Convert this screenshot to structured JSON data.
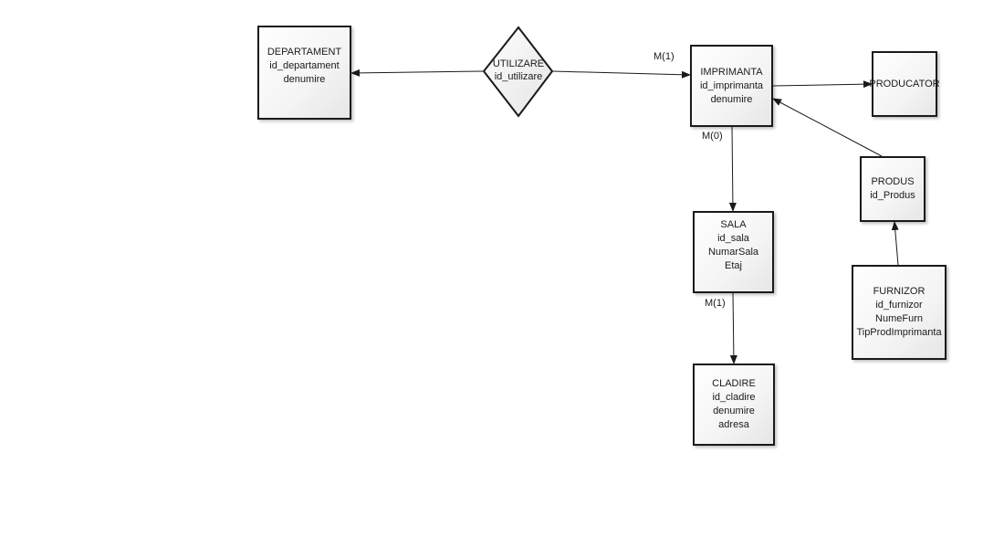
{
  "entities": {
    "departament": {
      "title": "DEPARTAMENT",
      "attrs": [
        "id_departament",
        "denumire"
      ]
    },
    "imprimanta": {
      "title": "IMPRIMANTA",
      "attrs": [
        "id_imprimanta",
        "denumire"
      ]
    },
    "producator": {
      "title": "PRODUCATOR",
      "attrs": []
    },
    "produs": {
      "title": "PRODUS",
      "attrs": [
        "id_Produs"
      ]
    },
    "sala": {
      "title": "SALA",
      "attrs": [
        "id_sala",
        "NumarSala",
        "Etaj"
      ]
    },
    "furnizor": {
      "title": "FURNIZOR",
      "attrs": [
        "id_furnizor",
        "NumeFurn",
        "TipProdImprimanta"
      ]
    },
    "cladire": {
      "title": "CLADIRE",
      "attrs": [
        "id_cladire",
        "denumire",
        "adresa"
      ]
    }
  },
  "relationship": {
    "title": "UTILIZARE",
    "attrs": [
      "id_utilizare"
    ]
  },
  "cardinalities": {
    "utilizare_imprimanta": "M(1)",
    "imprimanta_sala": "M(0)",
    "sala_cladire": "M(1)"
  }
}
